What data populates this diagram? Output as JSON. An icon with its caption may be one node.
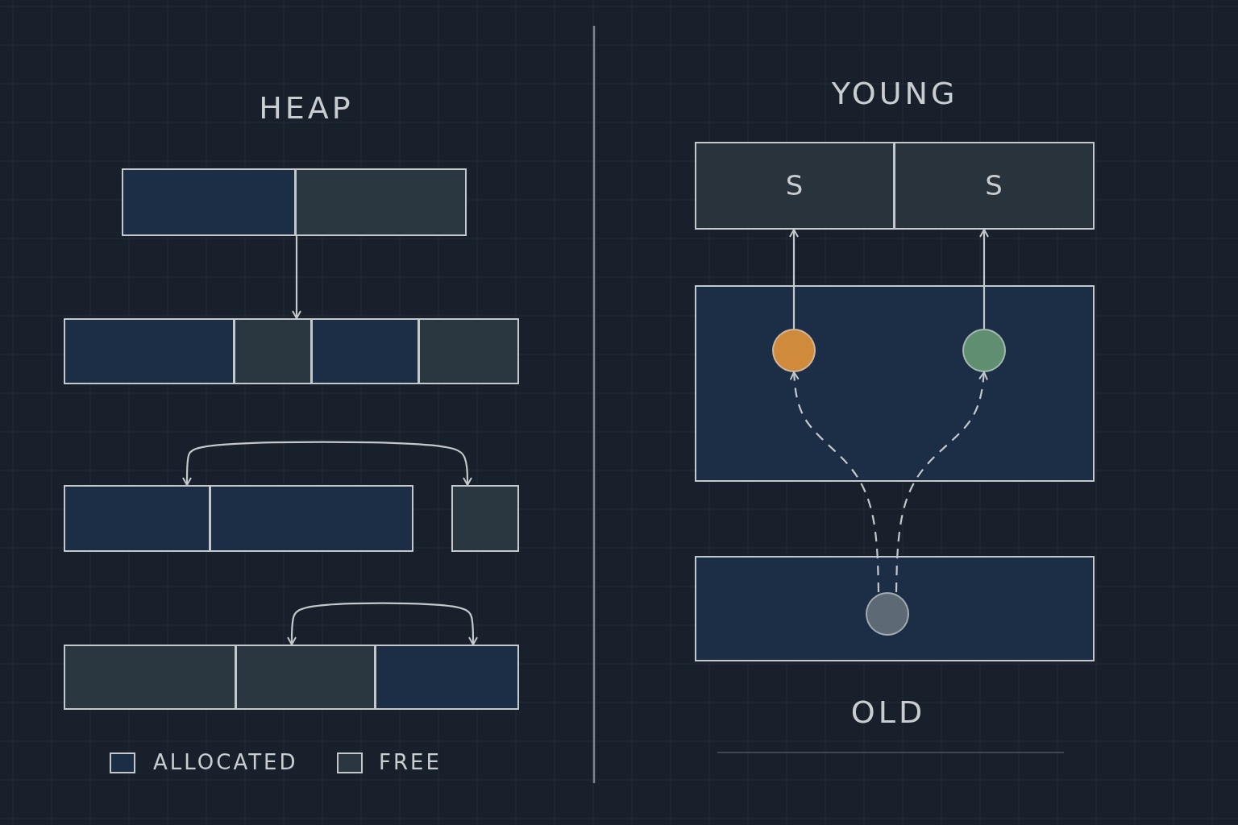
{
  "diagram": {
    "nodes": [
      {
        "text": [],
        "shape": "bar"
      },
      {
        "text": [],
        "shape": "box",
        "in": 0
      },
      {
        "text": [],
        "shape": "box",
        "in": 0
      },
      {
        "text": [],
        "shape": "bar"
      },
      {
        "text": [],
        "shape": "box",
        "in": 3
      },
      {
        "text": [],
        "shape": "box",
        "in": 3
      },
      {
        "text": [],
        "shape": "box",
        "in": 3
      },
      {
        "text": [],
        "shape": "box",
        "in": 3
      },
      {
        "text": [],
        "shape": "bar"
      },
      {
        "text": [],
        "shape": "box",
        "in": 8
      },
      {
        "text": [],
        "shape": "box",
        "in": 8
      },
      {
        "text": [],
        "shape": "box"
      },
      {
        "text": [],
        "shape": "bar"
      },
      {
        "text": [],
        "shape": "box",
        "in": 12
      },
      {
        "text": [],
        "shape": "box",
        "in": 12
      },
      {
        "text": [],
        "shape": "box",
        "in": 12
      },
      {
        "text": [],
        "shape": "bar"
      },
      {
        "text": [
          "S"
        ],
        "in": 16
      },
      {
        "text": [
          "S"
        ],
        "in": 16
      },
      {
        "text": [],
        "shape": "box"
      },
      {
        "text": [],
        "shape": "circle",
        "in": 19
      },
      {
        "text": [],
        "shape": "circle",
        "in": 19
      },
      {
        "text": [],
        "shape": "box"
      },
      {
        "text": [],
        "shape": "circle",
        "in": 22
      }
    ],
    "edges": [
      {
        "from": 0,
        "to": 3,
        "arrow": "to"
      },
      {
        "from": 9,
        "to": 11,
        "arrow": "both"
      },
      {
        "from": 14,
        "to": 15,
        "arrow": "both"
      },
      {
        "from": 20,
        "to": 17,
        "arrow": "to"
      },
      {
        "from": 21,
        "to": 18,
        "arrow": "to"
      },
      {
        "from": 23,
        "to": 20,
        "arrow": "to",
        "style": "dashed"
      },
      {
        "from": 23,
        "to": 21,
        "arrow": "to",
        "style": "dashed"
      }
    ],
    "labels": [
      "HEAP",
      "YOUNG",
      "OLD"
    ],
    "legend": [
      {
        "text": "ALLOCATED",
        "color": "#1b2e45"
      },
      {
        "text": "FREE",
        "color": "#2b3740"
      }
    ]
  }
}
